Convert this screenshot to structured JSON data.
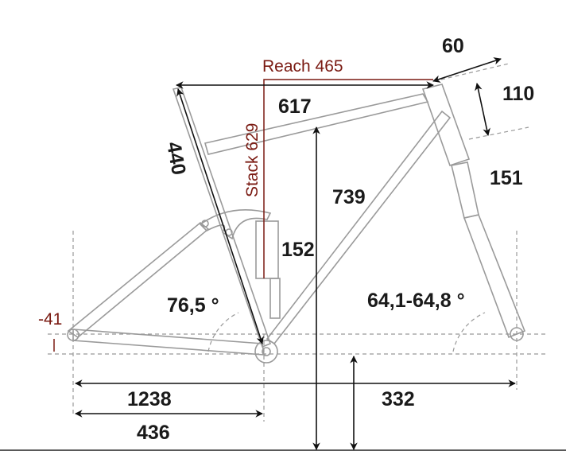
{
  "title": "Frame geometry",
  "labels": {
    "reach": "Reach 465",
    "stack": "Stack 629",
    "top_tube": "617",
    "stem_length": "60",
    "spacer_height": "110",
    "seat_tube": "440",
    "head_tube": "151",
    "standover": "739",
    "shock": "152",
    "seat_angle": "76,5 °",
    "head_angle": "64,1-64,8 °",
    "bb_drop": "-41",
    "wheelbase": "1238",
    "bb_height": "332",
    "chainstay": "436"
  },
  "colors": {
    "dimension": "#111111",
    "highlight": "#7a1a12",
    "frame": "#9a9a9a"
  }
}
